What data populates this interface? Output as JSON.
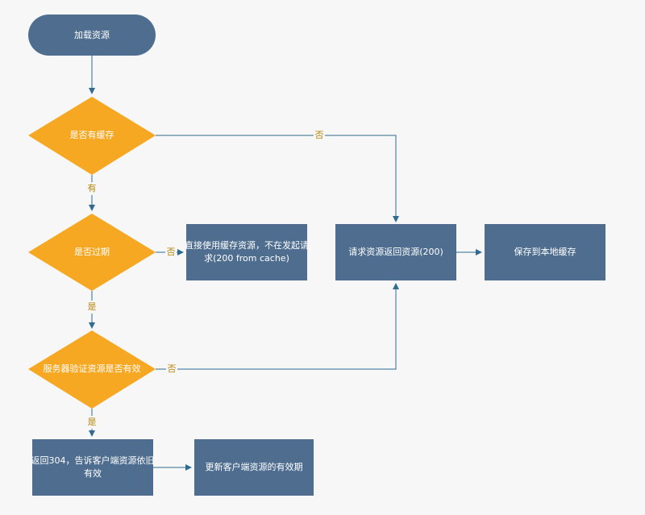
{
  "flowchart": {
    "nodes": {
      "start": "加载资源",
      "has_cache": "是否有缓存",
      "expired": "是否过期",
      "use_cache_line1": "直接使用缓存资源，不在发起请",
      "use_cache_line2": "求(200 from cache)",
      "request": "请求资源返回资源(200)",
      "save": "保存到本地缓存",
      "validate": "服务器验证资源是否有效",
      "return304_line1": "返回304，告诉客户端资源依旧",
      "return304_line2": "有效",
      "update": "更新客户端资源的有效期"
    },
    "edge_labels": {
      "no_cache": "否",
      "has": "有",
      "not_expired": "否",
      "is_expired": "是",
      "invalid": "否",
      "valid": "是"
    }
  },
  "colors": {
    "process": "#4f6e8f",
    "decision": "#f7a823",
    "line": "#2f6b93",
    "label": "#b8860b"
  }
}
